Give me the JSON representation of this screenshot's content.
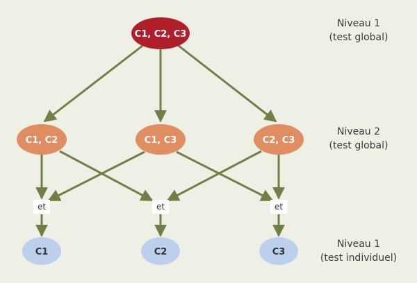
{
  "colors": {
    "background": "#eef0e5",
    "arrow": "#6f8046",
    "level1_node": "#b01e2a",
    "level2_node": "#e08d62",
    "leaf_node": "#bcd0ee",
    "et_box": "#ffffff"
  },
  "nodes": {
    "root": {
      "label": "C1, C2, C3"
    },
    "level2": [
      {
        "label": "C1, C2"
      },
      {
        "label": "C1, C3"
      },
      {
        "label": "C2, C3"
      }
    ],
    "et": [
      {
        "label": "et"
      },
      {
        "label": "et"
      },
      {
        "label": "et"
      }
    ],
    "leaves": [
      {
        "label": "C1"
      },
      {
        "label": "C2"
      },
      {
        "label": "C3"
      }
    ]
  },
  "levels": [
    {
      "line1": "Niveau 1",
      "line2": "(test global)"
    },
    {
      "line1": "Niveau 2",
      "line2": "(test global)"
    },
    {
      "line1": "Niveau 1",
      "line2": "(test individuel)"
    }
  ]
}
